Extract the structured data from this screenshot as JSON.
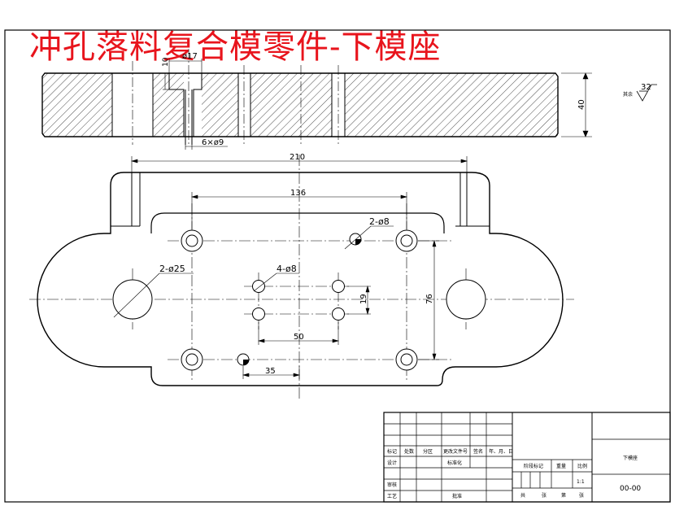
{
  "title": "冲孔落料复合模零件-下模座",
  "section_view": {
    "dim_counterbore": "ø17",
    "dim_counterbore_depth": "10",
    "dim_thread": "6×ø9",
    "dim_thickness": "40",
    "roughness_prefix": "其余",
    "roughness_value": "32"
  },
  "plan_view": {
    "dim_overall_width": "210",
    "dim_hole_spacing": "136",
    "label_holes_small": "2-ø8",
    "label_holes_large": "2-ø25",
    "label_holes_center": "4-ø8",
    "dim_vertical_center": "19",
    "dim_vertical_outer": "76",
    "dim_horizontal_center": "50",
    "dim_horizontal_offset": "35"
  },
  "title_block": {
    "row_labels": [
      "标记",
      "处数",
      "分区",
      "更改文件号",
      "签名",
      "年、月、日"
    ],
    "design": "设计",
    "standardize": "标准化",
    "review": "审核",
    "process": "工艺",
    "approve": "批准",
    "stage_mark": "阶段标记",
    "weight": "重量",
    "scale_label": "比例",
    "scale_value": "1:1",
    "sheet_total": "共",
    "sheet_unit1": "张",
    "sheet_no": "第",
    "sheet_unit2": "张",
    "part_name": "下模座",
    "drawing_no": "00-00"
  }
}
